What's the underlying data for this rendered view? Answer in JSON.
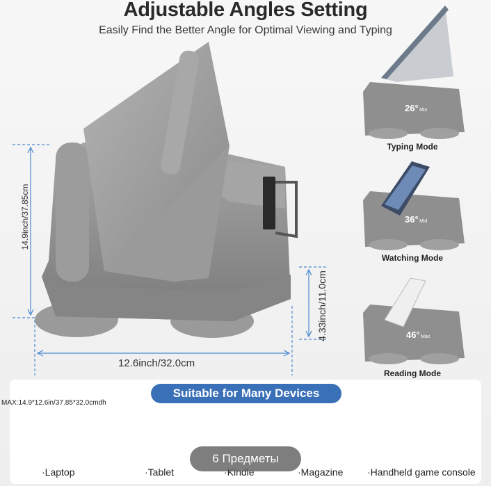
{
  "header": {
    "title": "Adjustable Angles Setting",
    "subtitle": "Easily Find the Better Angle for Optimal Viewing and Typing"
  },
  "dimensions": {
    "width": "12.6inch/32.0cm",
    "height_left": "14.9inch/37.85cm",
    "height_right": "4.33inch/11.0cm"
  },
  "modes": [
    {
      "label": "Typing Mode",
      "angle": "26°",
      "tag": "Min"
    },
    {
      "label": "Watching Mode",
      "angle": "36°",
      "tag": "Mid"
    },
    {
      "label": "Reading Mode",
      "angle": "46°",
      "tag": "Max"
    }
  ],
  "devices_panel": {
    "heading": "Suitable for Many Devices",
    "max_size": "MAX:14.9*12.6in/37.85*32.0cmdh",
    "devices": [
      {
        "label": "·Laptop",
        "icon": "laptop-icon"
      },
      {
        "label": "·Tablet",
        "icon": "tablet-icon"
      },
      {
        "label": "·Kindle",
        "icon": "ereader-icon"
      },
      {
        "label": "·Magazine",
        "icon": "magazine-icon"
      },
      {
        "label": "·Handheld game console",
        "icon": "game-console-icon"
      }
    ]
  },
  "overlay": {
    "count_label": "6 Предметы"
  },
  "colors": {
    "accent": "#3a70b8",
    "dimension_line": "#4a8ad0",
    "pillow_gray": "#8f8f8f"
  }
}
